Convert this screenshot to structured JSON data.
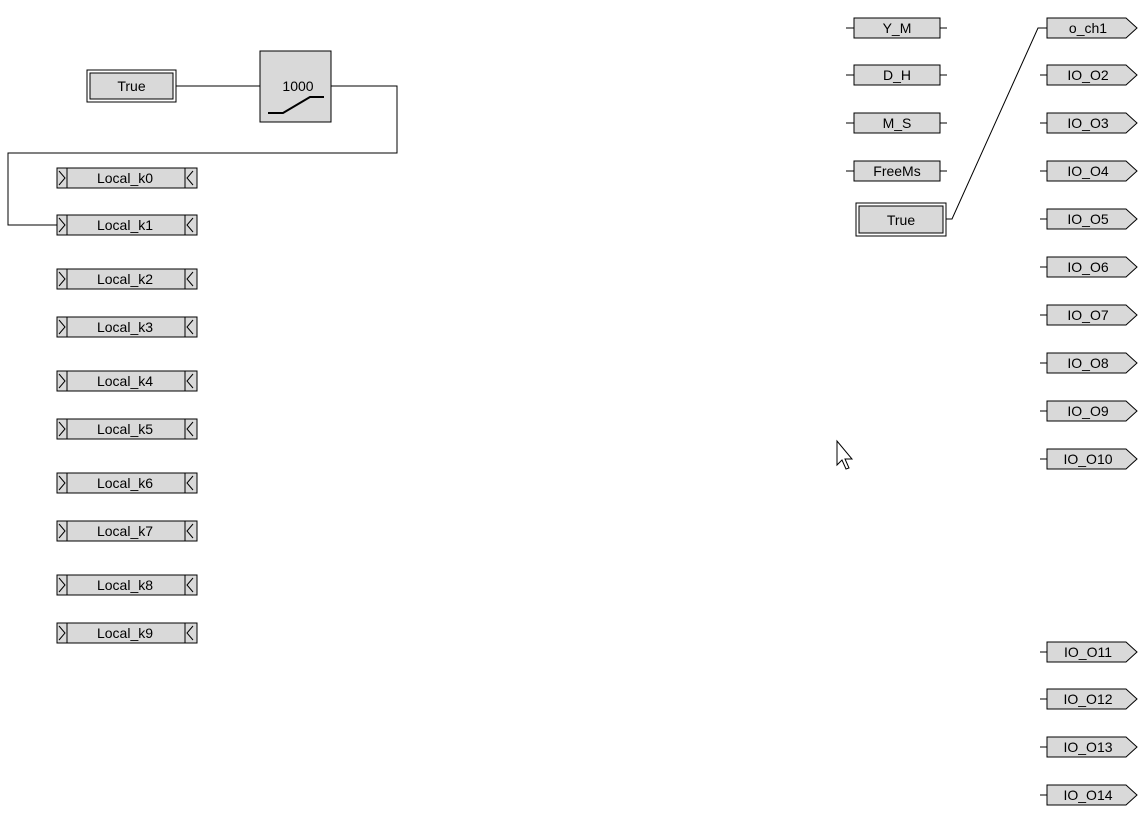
{
  "diagram": {
    "constants": [
      {
        "id": "const-left",
        "label": "True"
      },
      {
        "id": "const-right",
        "label": "True"
      }
    ],
    "timer_block": {
      "value": "1000",
      "icon": "ramp-icon"
    },
    "local_connectors": [
      {
        "label": "Local_k0"
      },
      {
        "label": "Local_k1"
      },
      {
        "label": "Local_k2"
      },
      {
        "label": "Local_k3"
      },
      {
        "label": "Local_k4"
      },
      {
        "label": "Local_k5"
      },
      {
        "label": "Local_k6"
      },
      {
        "label": "Local_k7"
      },
      {
        "label": "Local_k8"
      },
      {
        "label": "Local_k9"
      }
    ],
    "input_tags": [
      {
        "label": "Y_M"
      },
      {
        "label": "D_H"
      },
      {
        "label": "M_S"
      },
      {
        "label": "FreeMs"
      }
    ],
    "output_tags": [
      {
        "label": "o_ch1"
      },
      {
        "label": "IO_O2"
      },
      {
        "label": "IO_O3"
      },
      {
        "label": "IO_O4"
      },
      {
        "label": "IO_O5"
      },
      {
        "label": "IO_O6"
      },
      {
        "label": "IO_O7"
      },
      {
        "label": "IO_O8"
      },
      {
        "label": "IO_O9"
      },
      {
        "label": "IO_O10"
      },
      {
        "label": "IO_O11"
      },
      {
        "label": "IO_O12"
      },
      {
        "label": "IO_O13"
      },
      {
        "label": "IO_O14"
      }
    ],
    "cursor_icon": "mouse-pointer-icon",
    "colors": {
      "block_fill": "#d9d9d9",
      "stroke": "#000000",
      "background": "#ffffff"
    }
  }
}
